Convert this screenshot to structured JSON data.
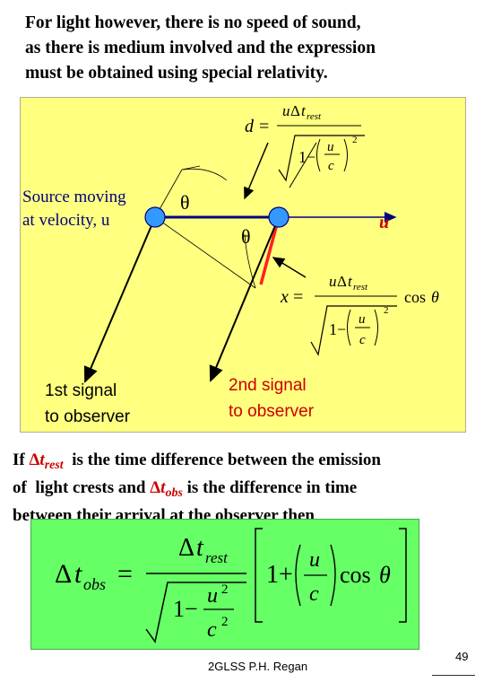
{
  "intro": {
    "line1": "For light however, there is no speed of sound,",
    "line2": "as there is medium involved and the expression",
    "line3": "must be obtained using special relativity."
  },
  "diagram": {
    "source_line1": "Source moving",
    "source_line2": "at velocity, u",
    "theta_symbol": "θ",
    "velocity_label": "u",
    "signal1_line1": "1st signal",
    "signal1_line2": "to observer",
    "signal2_line1": "2nd signal",
    "signal2_line2": "to observer",
    "colors": {
      "panel": "#ffff80",
      "source": "#3399ff",
      "path": "#000080",
      "distance": "#ff2020"
    }
  },
  "description": {
    "line1_prefix": "If ",
    "delta": "Δ",
    "t": "t",
    "rest_sub": "rest",
    "line1_suffix": "  is the time difference between the emission",
    "line2_prefix": "of  light crests and ",
    "obs_sub": "obs",
    "line2_suffix": " is the difference in time",
    "line3": "between their arrival at the observer then"
  },
  "footer": {
    "text": "2GLSS P.H. Regan",
    "page_number": "49"
  }
}
